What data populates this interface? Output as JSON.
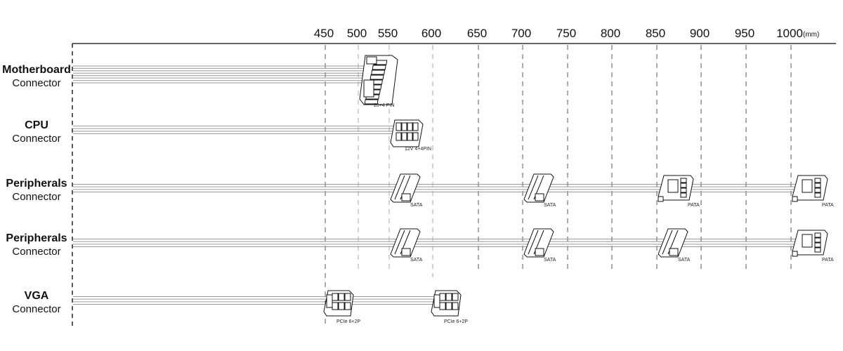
{
  "axis": {
    "ticks_mm": [
      450,
      500,
      550,
      600,
      650,
      700,
      750,
      800,
      850,
      900,
      950,
      1000
    ],
    "unit": "(mm)"
  },
  "rows": [
    {
      "name": "Motherboard",
      "sub": "Connector",
      "wires": 8,
      "connectors": [
        {
          "type": "atx",
          "position_mm": 500,
          "label": "20+4 PIN"
        }
      ]
    },
    {
      "name": "CPU",
      "sub": "Connector",
      "wires": 4,
      "connectors": [
        {
          "type": "eps",
          "position_mm": 550,
          "label": "12V 4+4PIN"
        }
      ]
    },
    {
      "name": "Peripherals",
      "sub": "Connector",
      "wires": 4,
      "connectors": [
        {
          "type": "sata",
          "position_mm": 550,
          "label": "SATA"
        },
        {
          "type": "sata",
          "position_mm": 700,
          "label": "SATA"
        },
        {
          "type": "pata",
          "position_mm": 850,
          "label": "PATA"
        },
        {
          "type": "pata",
          "position_mm": 1000,
          "label": "PATA"
        }
      ]
    },
    {
      "name": "Peripherals",
      "sub": "Connector",
      "wires": 4,
      "connectors": [
        {
          "type": "sata",
          "position_mm": 550,
          "label": "SATA"
        },
        {
          "type": "sata",
          "position_mm": 700,
          "label": "SATA"
        },
        {
          "type": "sata",
          "position_mm": 850,
          "label": "SATA"
        },
        {
          "type": "pata",
          "position_mm": 1000,
          "label": "PATA"
        }
      ]
    },
    {
      "name": "VGA",
      "sub": "Connector",
      "wires": 4,
      "connectors": [
        {
          "type": "pcie",
          "position_mm": 450,
          "label": "PCIe 6+2P"
        },
        {
          "type": "pcie",
          "position_mm": 600,
          "label": "PCIe 6+2P"
        }
      ]
    }
  ]
}
